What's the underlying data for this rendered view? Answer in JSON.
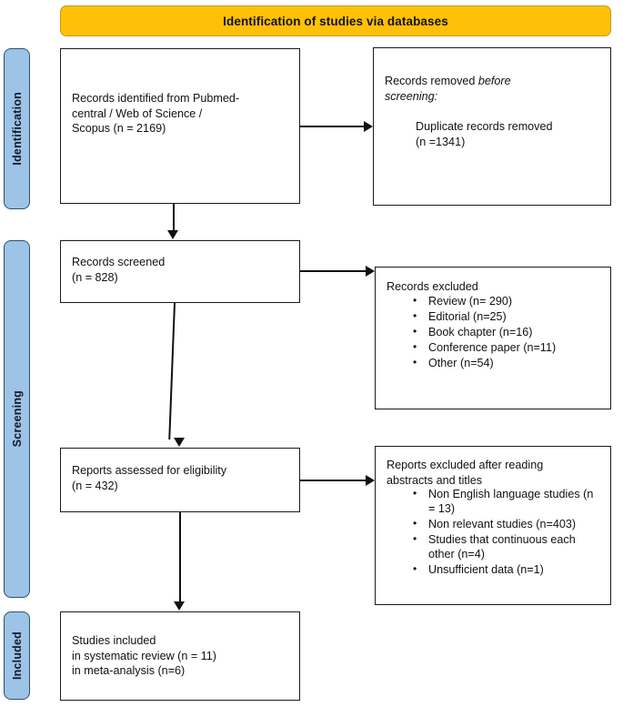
{
  "banner": {
    "title": "Identification of studies via databases",
    "color": "#FFC107"
  },
  "stages": {
    "identification": "Identification",
    "screening": "Screening",
    "included": "Included",
    "color": "#9DC3E6"
  },
  "boxes": {
    "identified": {
      "line1": "Records identified from Pubmed-",
      "line2": "central / Web of Science /",
      "line3": "Scopus  (n = 2169)"
    },
    "removed": {
      "line1_plain": "Records removed ",
      "line1_italic": "before",
      "line2_italic": "screening:",
      "line3": "Duplicate records removed",
      "line4": "(n =1341)"
    },
    "screened": {
      "line1": "Records screened",
      "line2": "(n = 828)"
    },
    "excluded": {
      "heading": "Records excluded",
      "items": [
        "Review (n= 290)",
        "Editorial (n=25)",
        "Book chapter (n=16)",
        "Conference paper (n=11)",
        "Other (n=54)"
      ]
    },
    "eligibility": {
      "line1": "Reports assessed for eligibility",
      "line2": "(n = 432)"
    },
    "reports_excluded": {
      "heading_line1": "Reports excluded after reading",
      "heading_line2": "abstracts and titles",
      "items": [
        "Non English language studies (n = 13)",
        "Non relevant studies (n=403)",
        "Studies that continuous each other (n=4)",
        "Unsufficient data (n=1)"
      ]
    },
    "included": {
      "line1": "Studies included",
      "line2": "in systematic review (n = 11)",
      "line3": "in meta-analysis (n=6)"
    }
  }
}
